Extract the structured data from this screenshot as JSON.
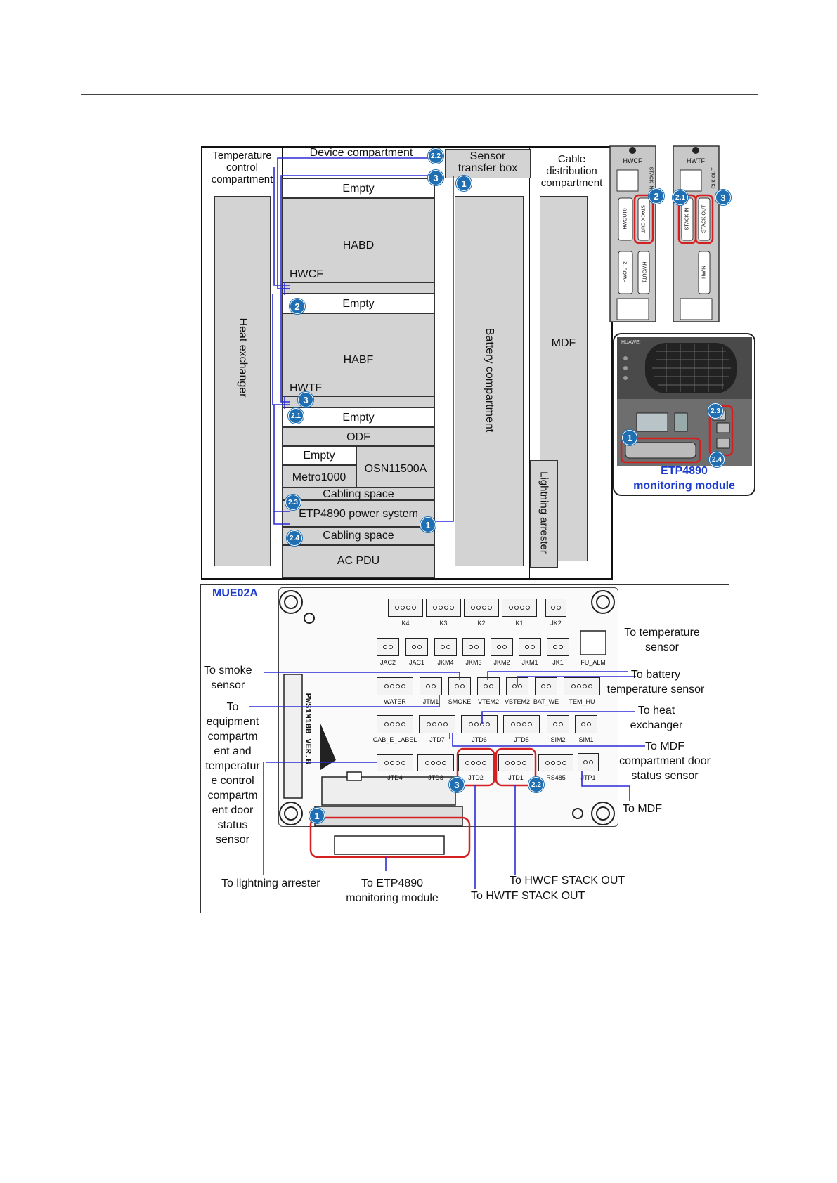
{
  "cabinet": {
    "temperature_control": "Temperature\ncontrol\ncompartment",
    "device_compartment": "Device compartment",
    "sensor_transfer_box": "Sensor\ntransfer box",
    "cable_distribution": "Cable\ndistribution\ncompartment",
    "heat_exchanger": "Heat exchanger",
    "battery_compartment": "Battery compartment",
    "mdf": "MDF",
    "lightning_arrester": "Lightning arrester",
    "slots": {
      "empty1": "Empty",
      "habd": "HABD",
      "hwcf": "HWCF",
      "empty2": "Empty",
      "habf": "HABF",
      "hwtf": "HWTF",
      "empty3": "Empty",
      "odf": "ODF",
      "empty4": "Empty",
      "osn": "OSN11500A",
      "metro": "Metro1000",
      "cabling1": "Cabling space",
      "etp": "ETP4890 power system",
      "cabling2": "Cabling space",
      "acpdu": "AC PDU"
    }
  },
  "boards": {
    "hwcf_title": "HWCF",
    "hwtf_title": "HWTF",
    "hwcf_stack_in": "STACK IN",
    "hwcf_stack_out": "STACK OUT",
    "hwcf_hwout0": "HWOUT0",
    "hwcf_hwout2": "HWOUT2",
    "hwcf_hwout1": "HWOUT1",
    "hwtf_clk_out": "CLK OUT",
    "hwtf_stack_in": "STACK IN",
    "hwtf_stack_out": "STACK OUT",
    "hwtf_hwin": "HWIN"
  },
  "etp_module": {
    "label": "ETP4890\nmonitoring module",
    "brand": "HUAWEI"
  },
  "badges": {
    "b1": "1",
    "b2": "2",
    "b3": "3",
    "b21": "2.1",
    "b22": "2.2",
    "b23": "2.3",
    "b24": "2.4"
  },
  "mue": {
    "title": "MUE02A",
    "silk": "PWS1M1BB VER.B",
    "ports": {
      "k4": "K4",
      "k3": "K3",
      "k2": "K2",
      "k1": "K1",
      "jk2": "JK2",
      "jac2": "JAC2",
      "jac1": "JAC1",
      "jkm4": "JKM4",
      "jkm3": "JKM3",
      "jkm2": "JKM2",
      "jkm1": "JKM1",
      "jk1": "JK1",
      "fu_alm": "FU_ALM",
      "water": "WATER",
      "jtm1": "JTM1",
      "smoke": "SMOKE",
      "vtem2": "VTEM2",
      "vbtem2": "VBTEM2",
      "bat_we": "BAT_WE",
      "tem_hu": "TEM_HU",
      "cab_e_label": "CAB_E_LABEL",
      "jtd7": "JTD7",
      "jtd6": "JTD6",
      "jtd5": "JTD5",
      "sim2": "SIM2",
      "sim1": "SIM1",
      "jtd4": "JTD4",
      "jtd3": "JTD3",
      "jtd2": "JTD2",
      "jtd1": "JTD1",
      "rs485": "RS485",
      "jtp1": "JTP1"
    },
    "annotations": {
      "smoke": "To smoke\nsensor",
      "equipment": "To\nequipment\ncompartm\nent and\ntemperatur\ne control\ncompartm\nent door\nstatus\nsensor",
      "lightning": "To lightning arrester",
      "etp": "To ETP4890\nmonitoring module",
      "hwcf": "To HWCF STACK OUT",
      "hwtf": "To HWTF STACK OUT",
      "temperature": "To temperature\nsensor",
      "battery": "To battery\ntemperature sensor",
      "heat": "To heat\nexchanger",
      "mdf_door": "To MDF\ncompartment door\nstatus sensor",
      "mdf": "To MDF"
    }
  },
  "colors": {
    "blue_line": "#2b2bd6",
    "red_highlight": "#d42020",
    "badge": "#1f6fb2",
    "title_blue": "#1a3ad0"
  }
}
